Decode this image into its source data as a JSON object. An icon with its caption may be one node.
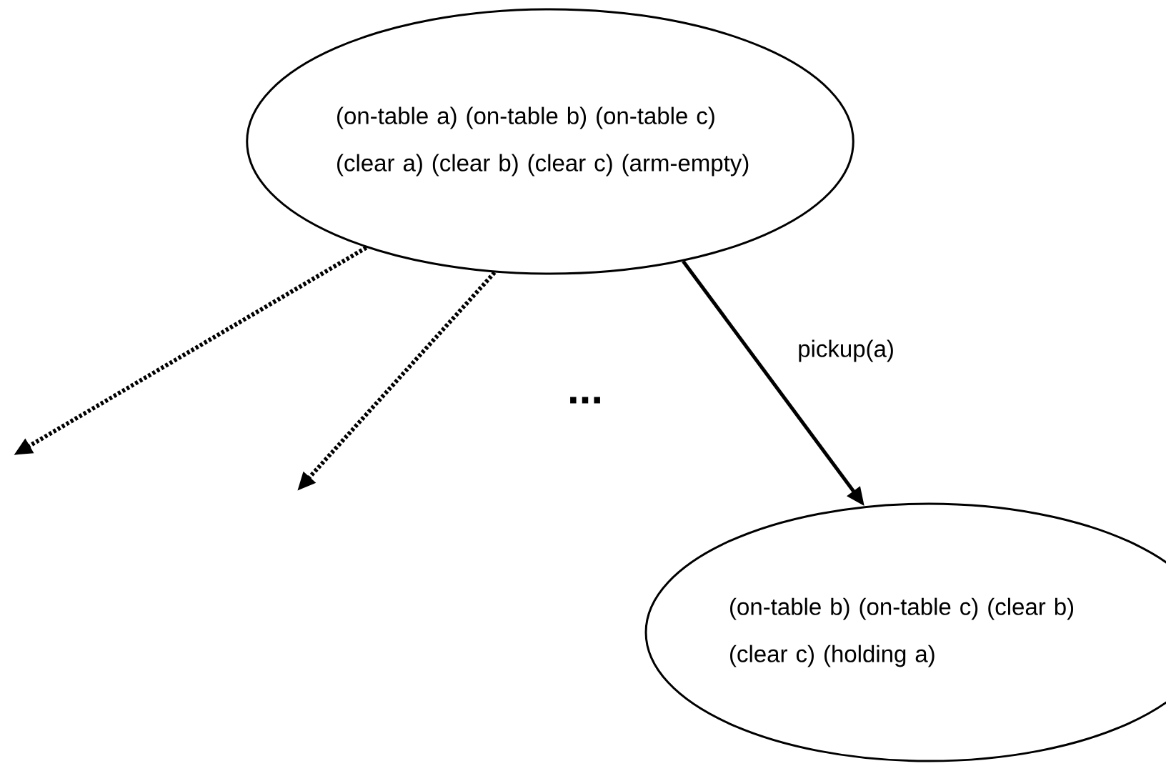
{
  "diagram": {
    "nodes": [
      {
        "text": [
          "(on-table a) (on-table b) (on-table c) (clear a) (clear b) (clear c) (arm-empty)"
        ]
      },
      {
        "text": [
          "(on-table b) (on-table c) (clear b) (clear c) (holding a)"
        ]
      }
    ],
    "edges": [
      {
        "from": 0,
        "to": null,
        "arrow": "to",
        "style": "dashed"
      },
      {
        "from": 0,
        "to": null,
        "arrow": "to",
        "style": "dashed"
      },
      {
        "from": 0,
        "to": 1,
        "arrow": "to",
        "label": "pickup(a)"
      }
    ],
    "labels": [
      "..."
    ]
  }
}
